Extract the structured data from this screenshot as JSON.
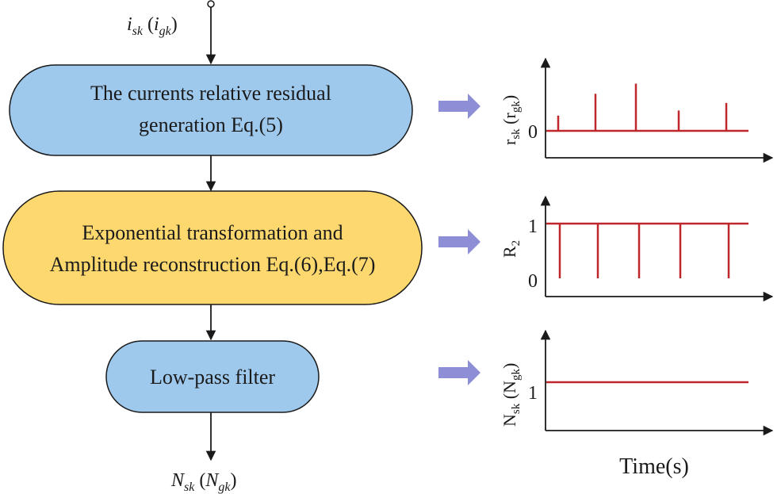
{
  "input": {
    "main": "i",
    "main_sub": "sk",
    "alt": "i",
    "alt_sub": "gk"
  },
  "output": {
    "main": "N",
    "main_sub": "sk",
    "alt": "N",
    "alt_sub": "gk"
  },
  "blocks": [
    {
      "line1": "The currents relative residual",
      "line2": "generation  Eq.(5)",
      "fill": "#9ec9ec"
    },
    {
      "line1": "Exponential transformation and",
      "line2": "Amplitude reconstruction Eq.(6),Eq.(7)",
      "fill": "#fcd86e"
    },
    {
      "line1": "Low-pass filter",
      "fill": "#9ec9ec"
    }
  ],
  "colors": {
    "signal": "#c0272d",
    "arrow": "#8e8ed6",
    "line": "#1a1a1a"
  },
  "plots": [
    {
      "ylabel_main": "r",
      "ylabel_sub": "sk",
      "ylabel_alt": "r",
      "ylabel_alt_sub": "gk",
      "ticks": [
        "0"
      ],
      "spikes": [
        0.3,
        0.73,
        0.93,
        0.4,
        0.55
      ]
    },
    {
      "ylabel_main": "R",
      "ylabel_sub": "2",
      "ticks": [
        "1",
        "0"
      ],
      "baseline": 1,
      "dip_to": 0
    },
    {
      "ylabel_main": "N",
      "ylabel_sub": "sk",
      "ylabel_alt": "N",
      "ylabel_alt_sub": "gk",
      "ticks": [
        "1"
      ],
      "level": 1
    }
  ],
  "xlabel": "Time(s)"
}
